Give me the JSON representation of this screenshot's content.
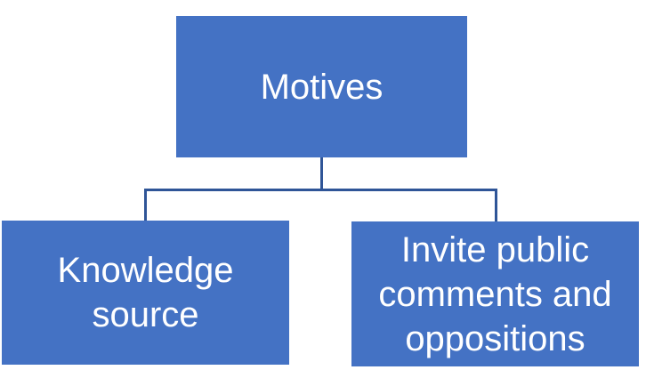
{
  "diagram": {
    "type": "hierarchy-chart",
    "root_box": {
      "label": "Motives"
    },
    "child_boxes": [
      {
        "label": "Knowledge source"
      },
      {
        "label": "Invite public comments and oppositions"
      }
    ],
    "connections": [
      {
        "from": "Motives",
        "to": "Knowledge source"
      },
      {
        "from": "Motives",
        "to": "Invite public comments and oppositions"
      }
    ]
  },
  "colors": {
    "box_fill": "#4472C4",
    "box_text": "#FFFFFF",
    "connector": "#2F5597",
    "background": "#FFFFFF"
  }
}
